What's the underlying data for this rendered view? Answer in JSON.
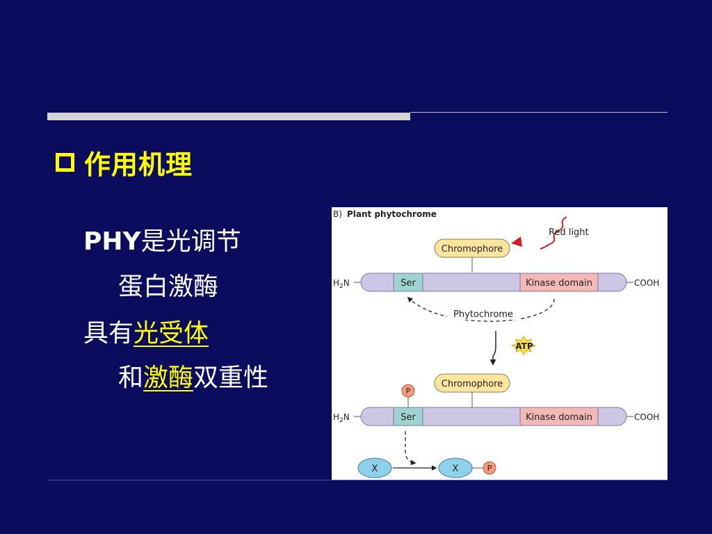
{
  "slide": {
    "heading": "作用机理",
    "lines": {
      "line1_prefix": "PHY",
      "line1_rest": "是光调节",
      "line2": "蛋白激酶",
      "line3_prefix": "具有",
      "line3_highlight": "光受体",
      "line4_prefix": "和",
      "line4_highlight": "激酶",
      "line4_suffix": "双重性"
    },
    "colors": {
      "background": "#0b0c5e",
      "heading": "#ffff00",
      "highlight": "#ffff00",
      "text": "#ffffff"
    }
  },
  "figure": {
    "panel_label": "B)",
    "title": "Plant phytochrome",
    "red_light": "Red light",
    "chromophore": "Chromophore",
    "n_terminus": "H2N",
    "c_terminus": "COOH",
    "ser": "Ser",
    "kinase_domain": "Kinase domain",
    "phytochrome": "Phytochrome",
    "atp": "ATP",
    "phosphate": "P",
    "substrate": "X",
    "colors": {
      "protein_bar": "#cdc6e4",
      "ser_box": "#9ed3cf",
      "kinase_box": "#f4b8b5",
      "chromophore": "#fde5a0",
      "atp_star": "#ffe14d",
      "phosphate": "#f39a7c",
      "substrate": "#8fd0ea"
    }
  }
}
